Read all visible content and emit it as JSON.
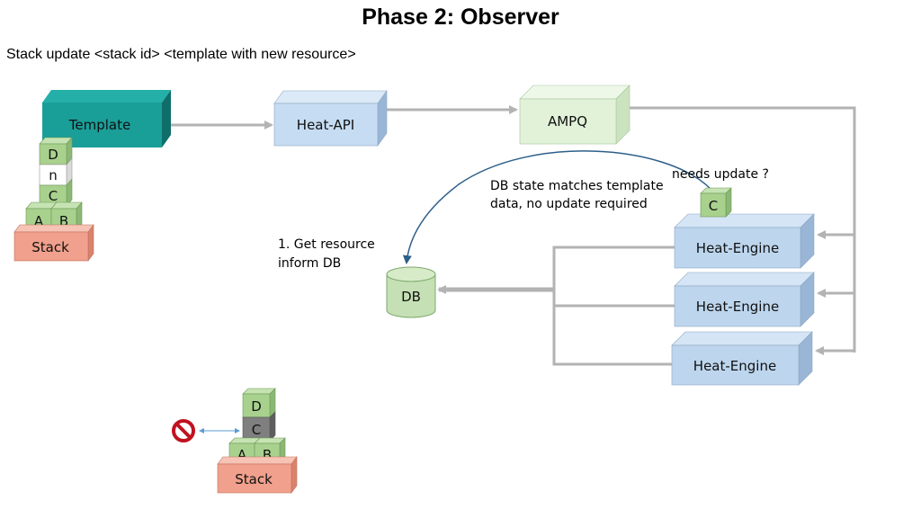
{
  "title": "Phase 2: Observer",
  "subtitle": "Stack update <stack id> <template with new resource>",
  "nodes": {
    "template": "Template",
    "heat_api": "Heat-API",
    "ampq": "AMPQ",
    "db": "DB",
    "engines": [
      "Heat-Engine",
      "Heat-Engine",
      "Heat-Engine"
    ]
  },
  "template_stack": {
    "blocks": [
      "D",
      "n",
      "C",
      "A",
      "B"
    ],
    "base": "Stack"
  },
  "bottom_stack": {
    "blocks": [
      "D",
      "C",
      "A",
      "B"
    ],
    "base": "Stack"
  },
  "floating_block": "C",
  "annotations": {
    "needs_update": "needs update ?",
    "db_state": [
      "DB state matches template",
      "data, no update required"
    ],
    "get_resource": [
      "1. Get resource",
      "inform DB"
    ]
  },
  "colors": {
    "template": "#1a9e98",
    "heat_api": "#c6dcf2",
    "ampq": "#e1f2d8",
    "engine": "#bdd6ee",
    "block": "#a9d18e",
    "block_gray": "#7f7f7f",
    "stack": "#f0a08c",
    "db": "#c5e0b4",
    "connector": "#b3b3b3",
    "curve": "#2e5f8a",
    "no_symbol": "#c0121f"
  }
}
